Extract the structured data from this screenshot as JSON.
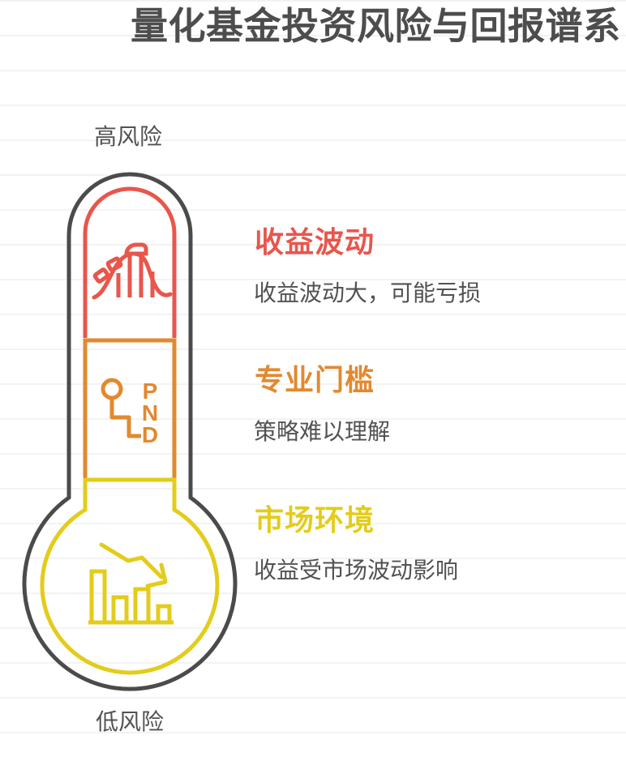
{
  "title": "量化基金投资风险与回报谱系",
  "labels": {
    "top": "高风险",
    "bottom": "低风险"
  },
  "colors": {
    "outline_gray": "#4b4b4b",
    "red": "#e8564c",
    "orange": "#e2892f",
    "yellow": "#e3cc1b",
    "title_text": "#4d4d4d",
    "body_text": "#525252",
    "gridline": "#f3f3f3",
    "background": "#ffffff"
  },
  "thermometer": {
    "orientation": "vertical",
    "segments_top_to_bottom": [
      "收益波动",
      "专业门槛",
      "市场环境"
    ]
  },
  "sections": [
    {
      "id": "risk-volatility",
      "heading": "收益波动",
      "description": "收益波动大，可能亏损",
      "color": "#e8564c",
      "icon": "roller-coaster-icon"
    },
    {
      "id": "expertise-barrier",
      "heading": "专业门槛",
      "description": "策略难以理解",
      "color": "#e2892f",
      "icon": "gear-shifter-icon",
      "gear_letters": [
        "P",
        "N",
        "D"
      ]
    },
    {
      "id": "market-environment",
      "heading": "市场环境",
      "description": "收益受市场波动影响",
      "color": "#e3cc1b",
      "icon": "declining-bar-chart-icon"
    }
  ]
}
